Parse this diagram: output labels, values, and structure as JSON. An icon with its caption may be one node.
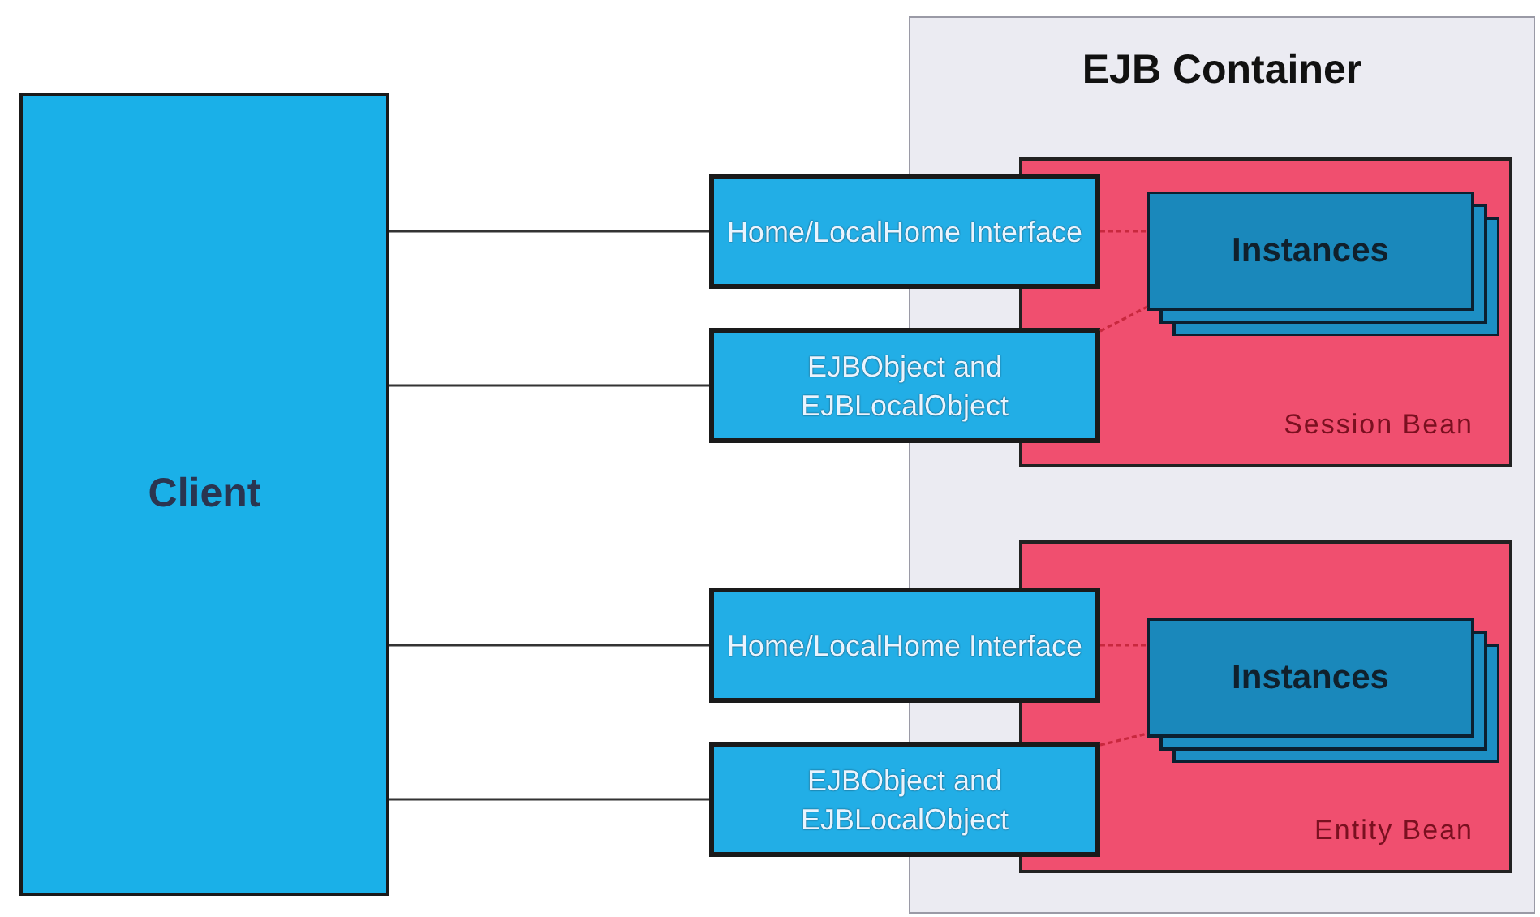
{
  "diagram": {
    "nodes": [
      {
        "text": [
          "Client"
        ]
      },
      {
        "text": [
          "EJB Container"
        ]
      },
      {
        "text": [
          "Session Bean"
        ],
        "in": 1
      },
      {
        "text": [
          "Instances"
        ],
        "in": 2
      },
      {
        "text": [
          "Home/LocalHome Interface"
        ]
      },
      {
        "text": [
          "EJBObject and EJBLocalObject"
        ]
      },
      {
        "text": [
          "Entity Bean"
        ],
        "in": 1
      },
      {
        "text": [
          "Instances"
        ],
        "in": 6
      },
      {
        "text": [
          "Home/LocalHome Interface"
        ]
      },
      {
        "text": [
          "EJBObject and EJBLocalObject"
        ]
      }
    ],
    "edges": [
      {
        "from": 0,
        "to": 4,
        "arrow": "none"
      },
      {
        "from": 0,
        "to": 5,
        "arrow": "none"
      },
      {
        "from": 0,
        "to": 8,
        "arrow": "none"
      },
      {
        "from": 0,
        "to": 9,
        "arrow": "none"
      },
      {
        "from": 4,
        "to": 3,
        "arrow": "none",
        "style": "dashed",
        "color": "#c8283e"
      },
      {
        "from": 5,
        "to": 3,
        "arrow": "none",
        "style": "dashed",
        "color": "#c8283e"
      },
      {
        "from": 8,
        "to": 7,
        "arrow": "none",
        "style": "dashed",
        "color": "#c8283e"
      },
      {
        "from": 9,
        "to": 7,
        "arrow": "none",
        "style": "dashed",
        "color": "#c8283e"
      }
    ]
  }
}
